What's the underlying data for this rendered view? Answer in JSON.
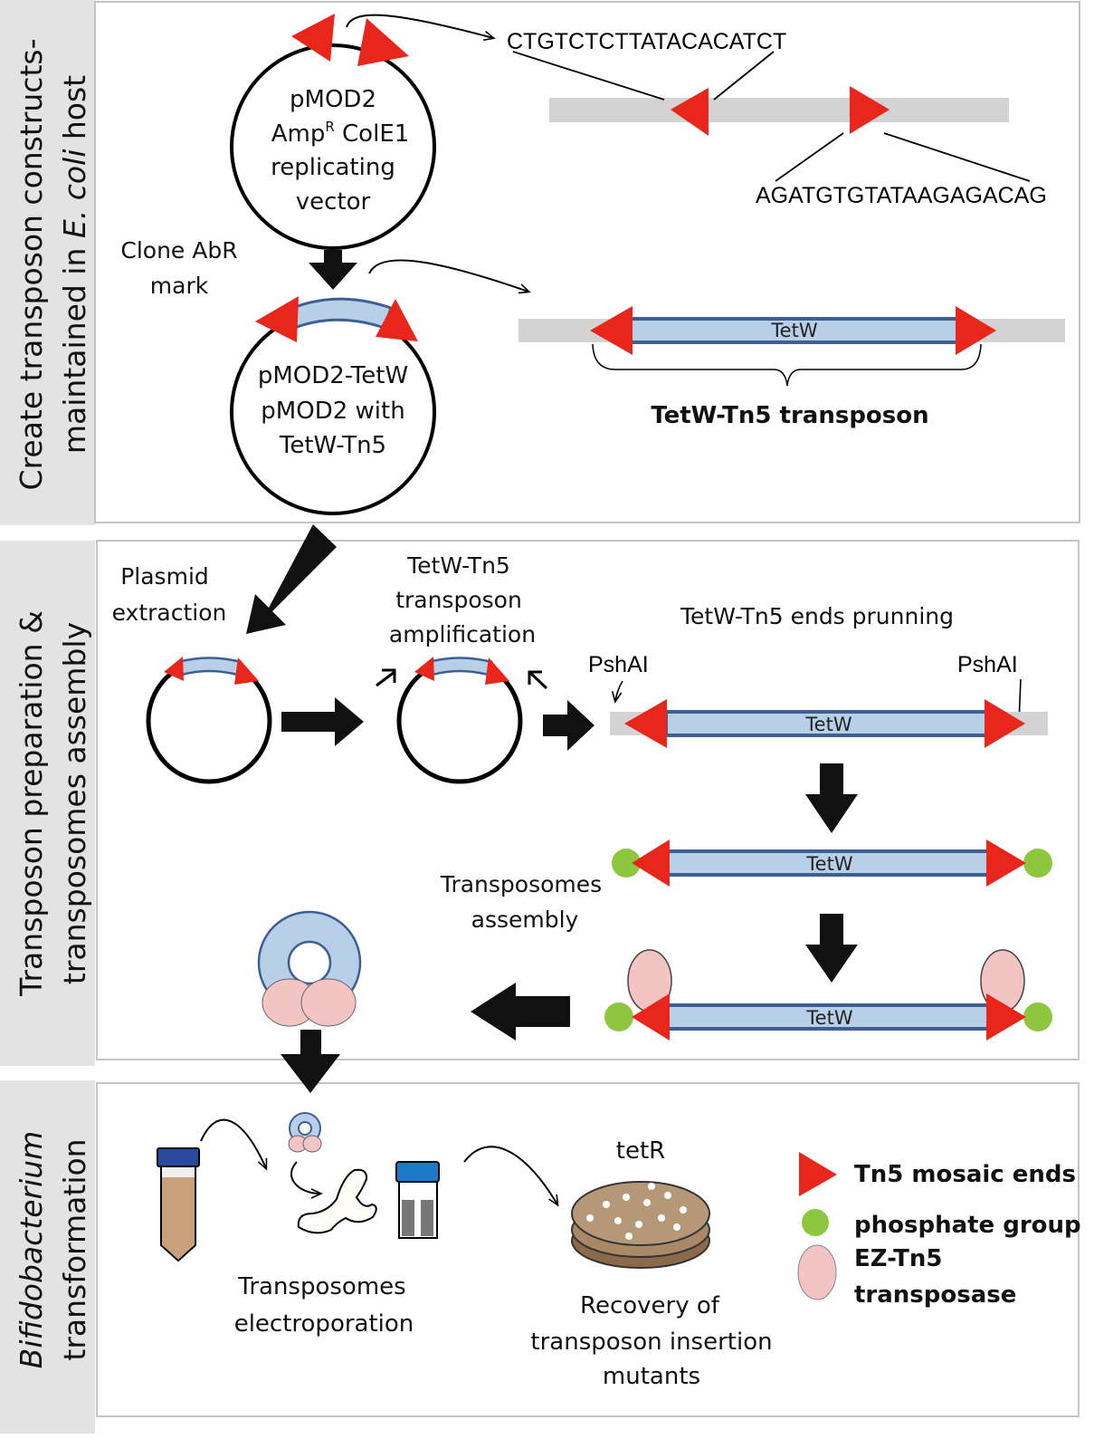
{
  "colors": {
    "mosaic_end": "#e8261c",
    "phosphate": "#8dc63f",
    "transposase": "#f2c4c4",
    "gene_fill": "#b8cfe8",
    "gene_stroke": "#3d5f94",
    "dna_bar": "#d3d3d3",
    "panel_side": "#e3e3e3"
  },
  "panel1": {
    "side_label_line1": "Create transposon constructs-",
    "side_label_line2_pre": "maintained in ",
    "side_label_line2_italic": "E. coli",
    "side_label_line2_post": " host",
    "plasmid1_line1": "pMOD2",
    "plasmid1_line2_a": "Amp",
    "plasmid1_line2_sup": "R",
    "plasmid1_line2_b": " ColE1",
    "plasmid1_line3": "replicating",
    "plasmid1_line4": "vector",
    "seq_top": "CTGTCTCTTATACACATCT",
    "seq_bottom": "AGATGTGTATAAGAGACAG",
    "clone_line1": "Clone AbR",
    "clone_line2": "mark",
    "plasmid2_line1": "pMOD2-TetW",
    "plasmid2_line2": "pMOD2 with",
    "plasmid2_line3": "TetW-Tn5",
    "gene_label": "TetW",
    "transposon_label": "TetW-Tn5 transposon"
  },
  "panel2": {
    "side_label_line1": "Transposon preparation &",
    "side_label_line2": "transposomes assembly",
    "extraction_line1": "Plasmid",
    "extraction_line2": "extraction",
    "amp_line1": "TetW-Tn5",
    "amp_line2": "transposon",
    "amp_line3": "amplification",
    "pruning": "TetW-Tn5 ends prunning",
    "site_left": "PshAI",
    "site_right": "PshAI",
    "gene_label": "TetW",
    "assembly_line1": "Transposomes",
    "assembly_line2": "assembly"
  },
  "panel3": {
    "side_label_line1": "Bifidobacterium",
    "side_label_line2": "transformation",
    "electro_line1": "Transposomes",
    "electro_line2": "electroporation",
    "plate_label": "tetR",
    "recovery_line1": "Recovery of",
    "recovery_line2": "transposon insertion",
    "recovery_line3": "mutants"
  },
  "legend": {
    "items": [
      {
        "label": "Tn5 mosaic ends"
      },
      {
        "label": "phosphate group"
      },
      {
        "label_line1": "EZ-Tn5",
        "label_line2": "transposase"
      }
    ]
  }
}
